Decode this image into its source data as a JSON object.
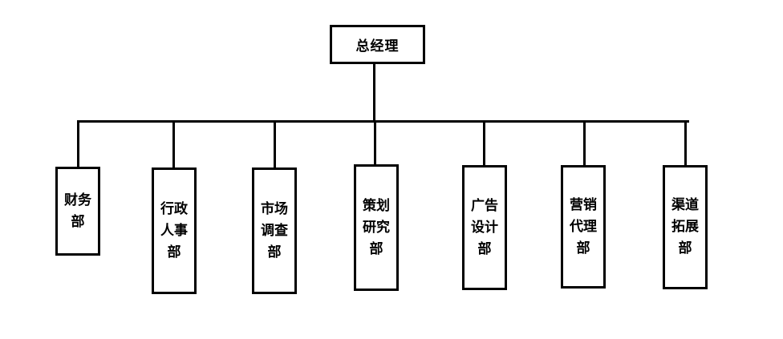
{
  "root": {
    "label": "总经理"
  },
  "departments": [
    {
      "label": "财务部"
    },
    {
      "label": "行政人事部"
    },
    {
      "label": "市场调查部"
    },
    {
      "label": "策划研究部"
    },
    {
      "label": "广告设计部"
    },
    {
      "label": "营销代理部"
    },
    {
      "label": "渠道拓展部"
    }
  ]
}
